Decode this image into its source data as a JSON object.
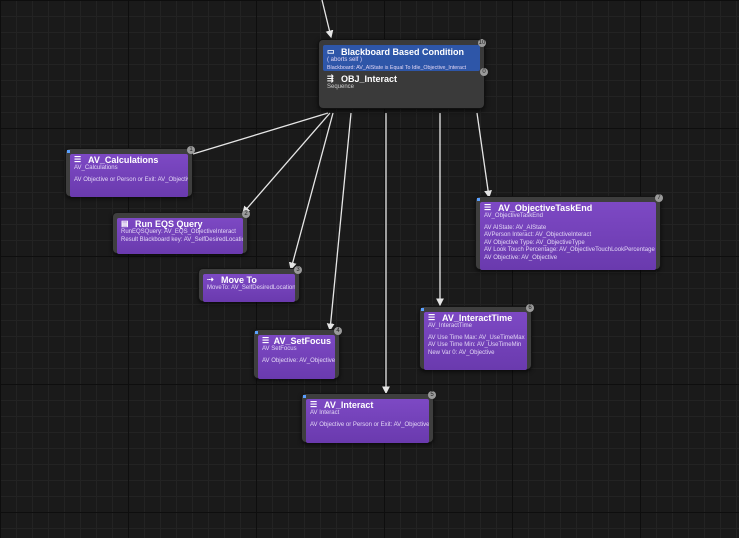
{
  "root": {
    "decorator_title": "Blackboard Based Condition",
    "decorator_abort": "( aborts self )",
    "decorator_desc": "Blackboard: AV_AIState is Equal To Idle_Objective_Interact",
    "decorator_badge": "10",
    "decorator_icon": "blackboard-icon",
    "composite_title": "OBJ_Interact",
    "composite_type": "Sequence",
    "composite_badge": "0",
    "composite_icon": "sequence-icon"
  },
  "nodes": [
    {
      "id": "calc",
      "title": "AV_Calculations",
      "icon": "task-icon",
      "lines": [
        "AV_Calculations",
        "",
        "AV Objective or Person or Exit: AV_Objective"
      ],
      "badge": "1"
    },
    {
      "id": "eqs",
      "title": "Run EQS Query",
      "icon": "eqs-icon",
      "lines": [
        "RunEQSQuery: AV_EQS_ObjectiveInteract",
        "Result Blackboard key: AV_SelfDesiredLocation"
      ],
      "badge": "2"
    },
    {
      "id": "moveto",
      "title": "Move To",
      "icon": "move-to-icon",
      "lines": [
        "MoveTo: AV_SelfDesiredLocation"
      ],
      "badge": "3"
    },
    {
      "id": "setfocus",
      "title": "AV_SetFocus",
      "icon": "task-icon",
      "lines": [
        "AV SetFocus",
        "",
        "AV Objective: AV_Objective"
      ],
      "badge": "4"
    },
    {
      "id": "interact",
      "title": "AV_Interact",
      "icon": "task-icon",
      "lines": [
        "AV Interact",
        "",
        "AV Objective or Person or Exit: AV_Objective"
      ],
      "badge": "5"
    },
    {
      "id": "itime",
      "title": "AV_InteractTime",
      "icon": "task-icon",
      "lines": [
        "AV_InteractTime",
        "",
        "AV Use Time Max: AV_UseTimeMax",
        "AV Use Time Min: AV_UseTimeMin",
        "New Var 0: AV_Objective"
      ],
      "badge": "6"
    },
    {
      "id": "taskend",
      "title": "AV_ObjectiveTaskEnd",
      "icon": "task-icon",
      "lines": [
        "AV_ObjectiveTaskEnd",
        "",
        "AV AIState: AV_AIState",
        "AVPerson Interact: AV_ObjectiveInteract",
        "AV Objective Type: AV_ObjectiveType",
        "AV Look Touch Percentage: AV_ObjectiveTouchLookPercentage",
        "AV Objective: AV_Objective"
      ],
      "badge": "7"
    }
  ],
  "colors": {
    "task": "#7040b4",
    "decorator": "#2e56a8",
    "wire": "#e6e6e6"
  }
}
